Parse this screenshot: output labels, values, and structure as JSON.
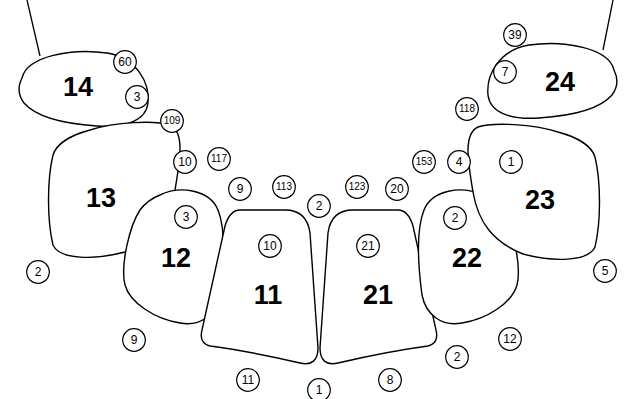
{
  "diagram": {
    "nodes": [
      {
        "text": [
          "14"
        ]
      },
      {
        "text": [
          "13"
        ]
      },
      {
        "text": [
          "12"
        ]
      },
      {
        "text": [
          "11"
        ]
      },
      {
        "text": [
          "21"
        ]
      },
      {
        "text": [
          "22"
        ]
      },
      {
        "text": [
          "23"
        ]
      },
      {
        "text": [
          "24"
        ]
      },
      {
        "text": [
          "39"
        ]
      },
      {
        "text": [
          "60"
        ]
      },
      {
        "text": [
          "7"
        ]
      },
      {
        "text": [
          "3"
        ]
      },
      {
        "text": [
          "118"
        ]
      },
      {
        "text": [
          "109"
        ]
      },
      {
        "text": [
          "117"
        ]
      },
      {
        "text": [
          "10"
        ]
      },
      {
        "text": [
          "153"
        ]
      },
      {
        "text": [
          "4"
        ]
      },
      {
        "text": [
          "1"
        ],
        "in": 6
      },
      {
        "text": [
          "113"
        ]
      },
      {
        "text": [
          "123"
        ]
      },
      {
        "text": [
          "9"
        ]
      },
      {
        "text": [
          "20"
        ]
      },
      {
        "text": [
          "2"
        ]
      },
      {
        "text": [
          "3"
        ],
        "in": 2
      },
      {
        "text": [
          "2"
        ],
        "in": 5
      },
      {
        "text": [
          "10"
        ],
        "in": 3
      },
      {
        "text": [
          "21"
        ],
        "in": 4
      },
      {
        "text": [
          "5"
        ]
      },
      {
        "text": [
          "2"
        ]
      },
      {
        "text": [
          "9"
        ]
      },
      {
        "text": [
          "12"
        ]
      },
      {
        "text": [
          "2"
        ]
      },
      {
        "text": [
          "11"
        ]
      },
      {
        "text": [
          "8"
        ]
      },
      {
        "text": [
          "1"
        ]
      }
    ]
  }
}
